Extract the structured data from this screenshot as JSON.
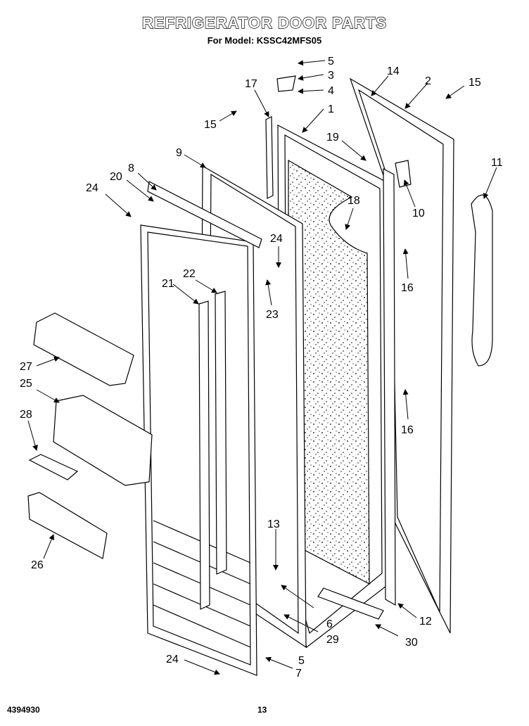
{
  "title": "REFRIGERATOR DOOR PARTS",
  "subtitle": "For Model: KSSC42MFS05",
  "callouts": {
    "p1": "1",
    "p2": "2",
    "p3": "3",
    "p4": "4",
    "p5a": "5",
    "p5b": "5",
    "p6": "6",
    "p7": "7",
    "p8": "8",
    "p9": "9",
    "p10": "10",
    "p11": "11",
    "p12": "12",
    "p13": "13",
    "p14": "14",
    "p15a": "15",
    "p15b": "15",
    "p16a": "16",
    "p16b": "16",
    "p17": "17",
    "p18": "18",
    "p19": "19",
    "p20": "20",
    "p21": "21",
    "p22": "22",
    "p23": "23",
    "p24a": "24",
    "p24b": "24",
    "p24c": "24",
    "p25": "25",
    "p26": "26",
    "p27": "27",
    "p28": "28",
    "p29": "29",
    "p30": "30"
  },
  "footer": {
    "doc_number": "4394930",
    "page_number": "13"
  }
}
